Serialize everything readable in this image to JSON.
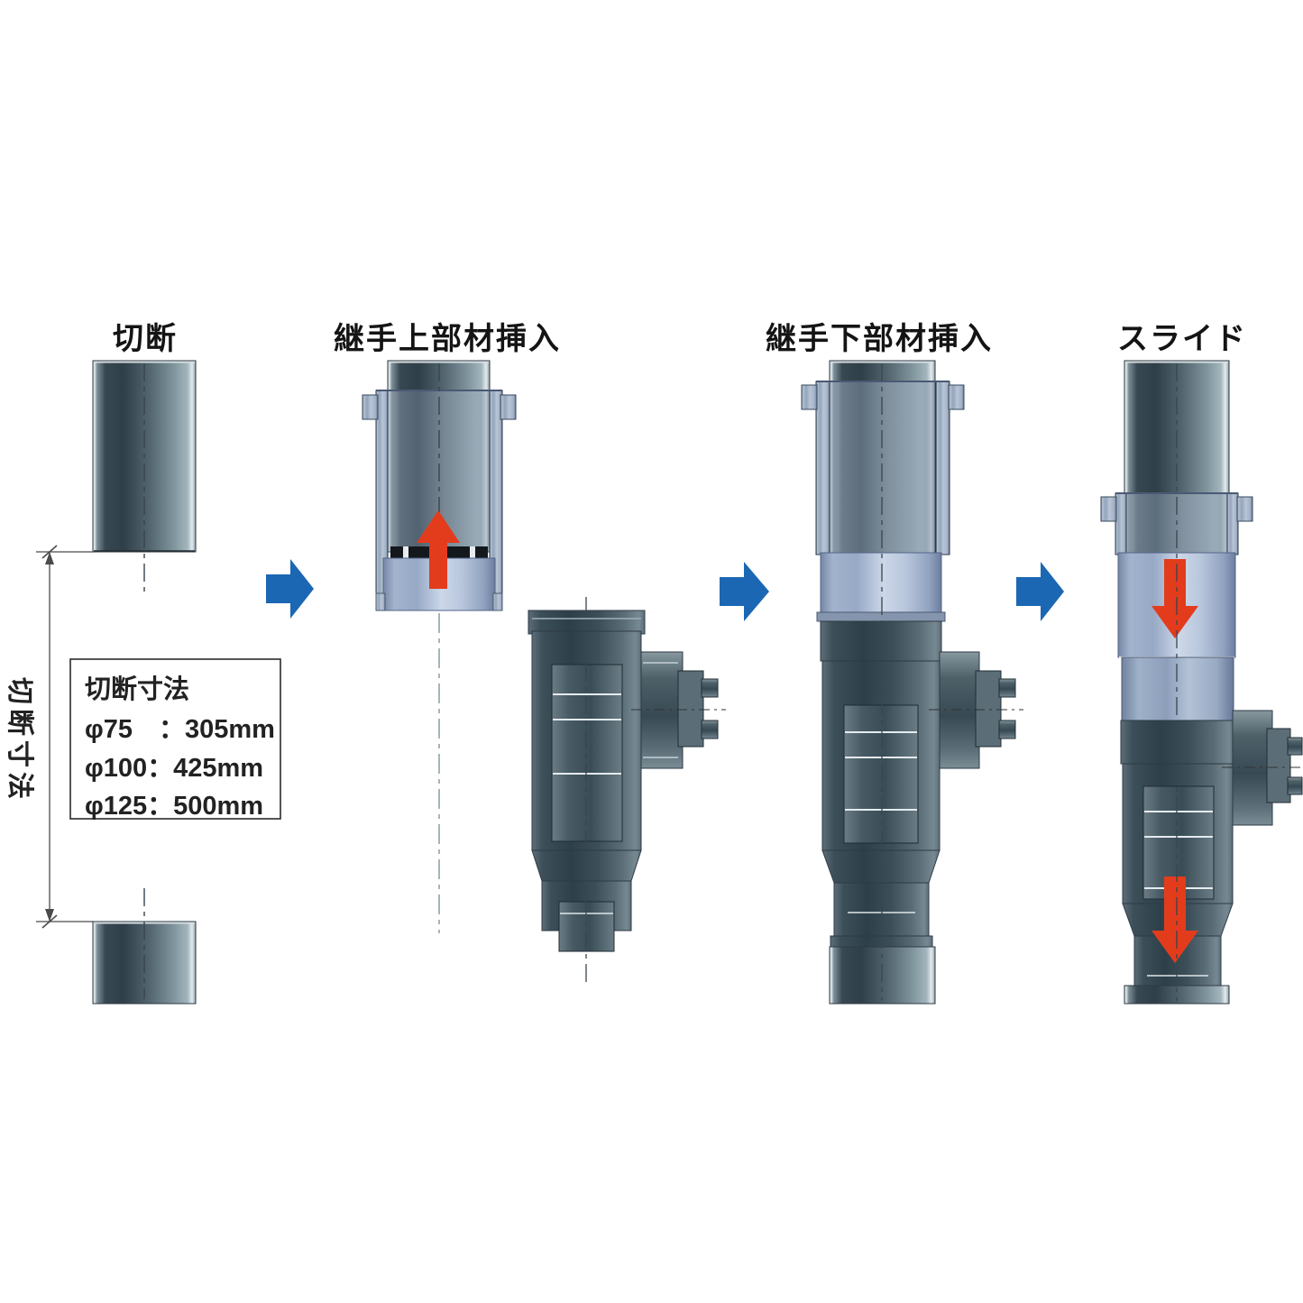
{
  "diagram": {
    "steps": [
      {
        "label": "切断"
      },
      {
        "label": "継手上部材挿入"
      },
      {
        "label": "継手下部材挿入"
      },
      {
        "label": "スライド"
      }
    ],
    "dimension": {
      "label": "切断寸法"
    },
    "cut_size_box": {
      "title": "切断寸法",
      "rows": [
        "φ75　：305mm",
        "φ100：425mm",
        "φ125：500mm"
      ]
    },
    "colors": {
      "step_arrow_blue": "#1b67b3",
      "direction_arrow_red": "#e23c1d",
      "pipe_dark": "#2f3f49",
      "sleeve_light_blue": "#b9c7dd"
    }
  }
}
